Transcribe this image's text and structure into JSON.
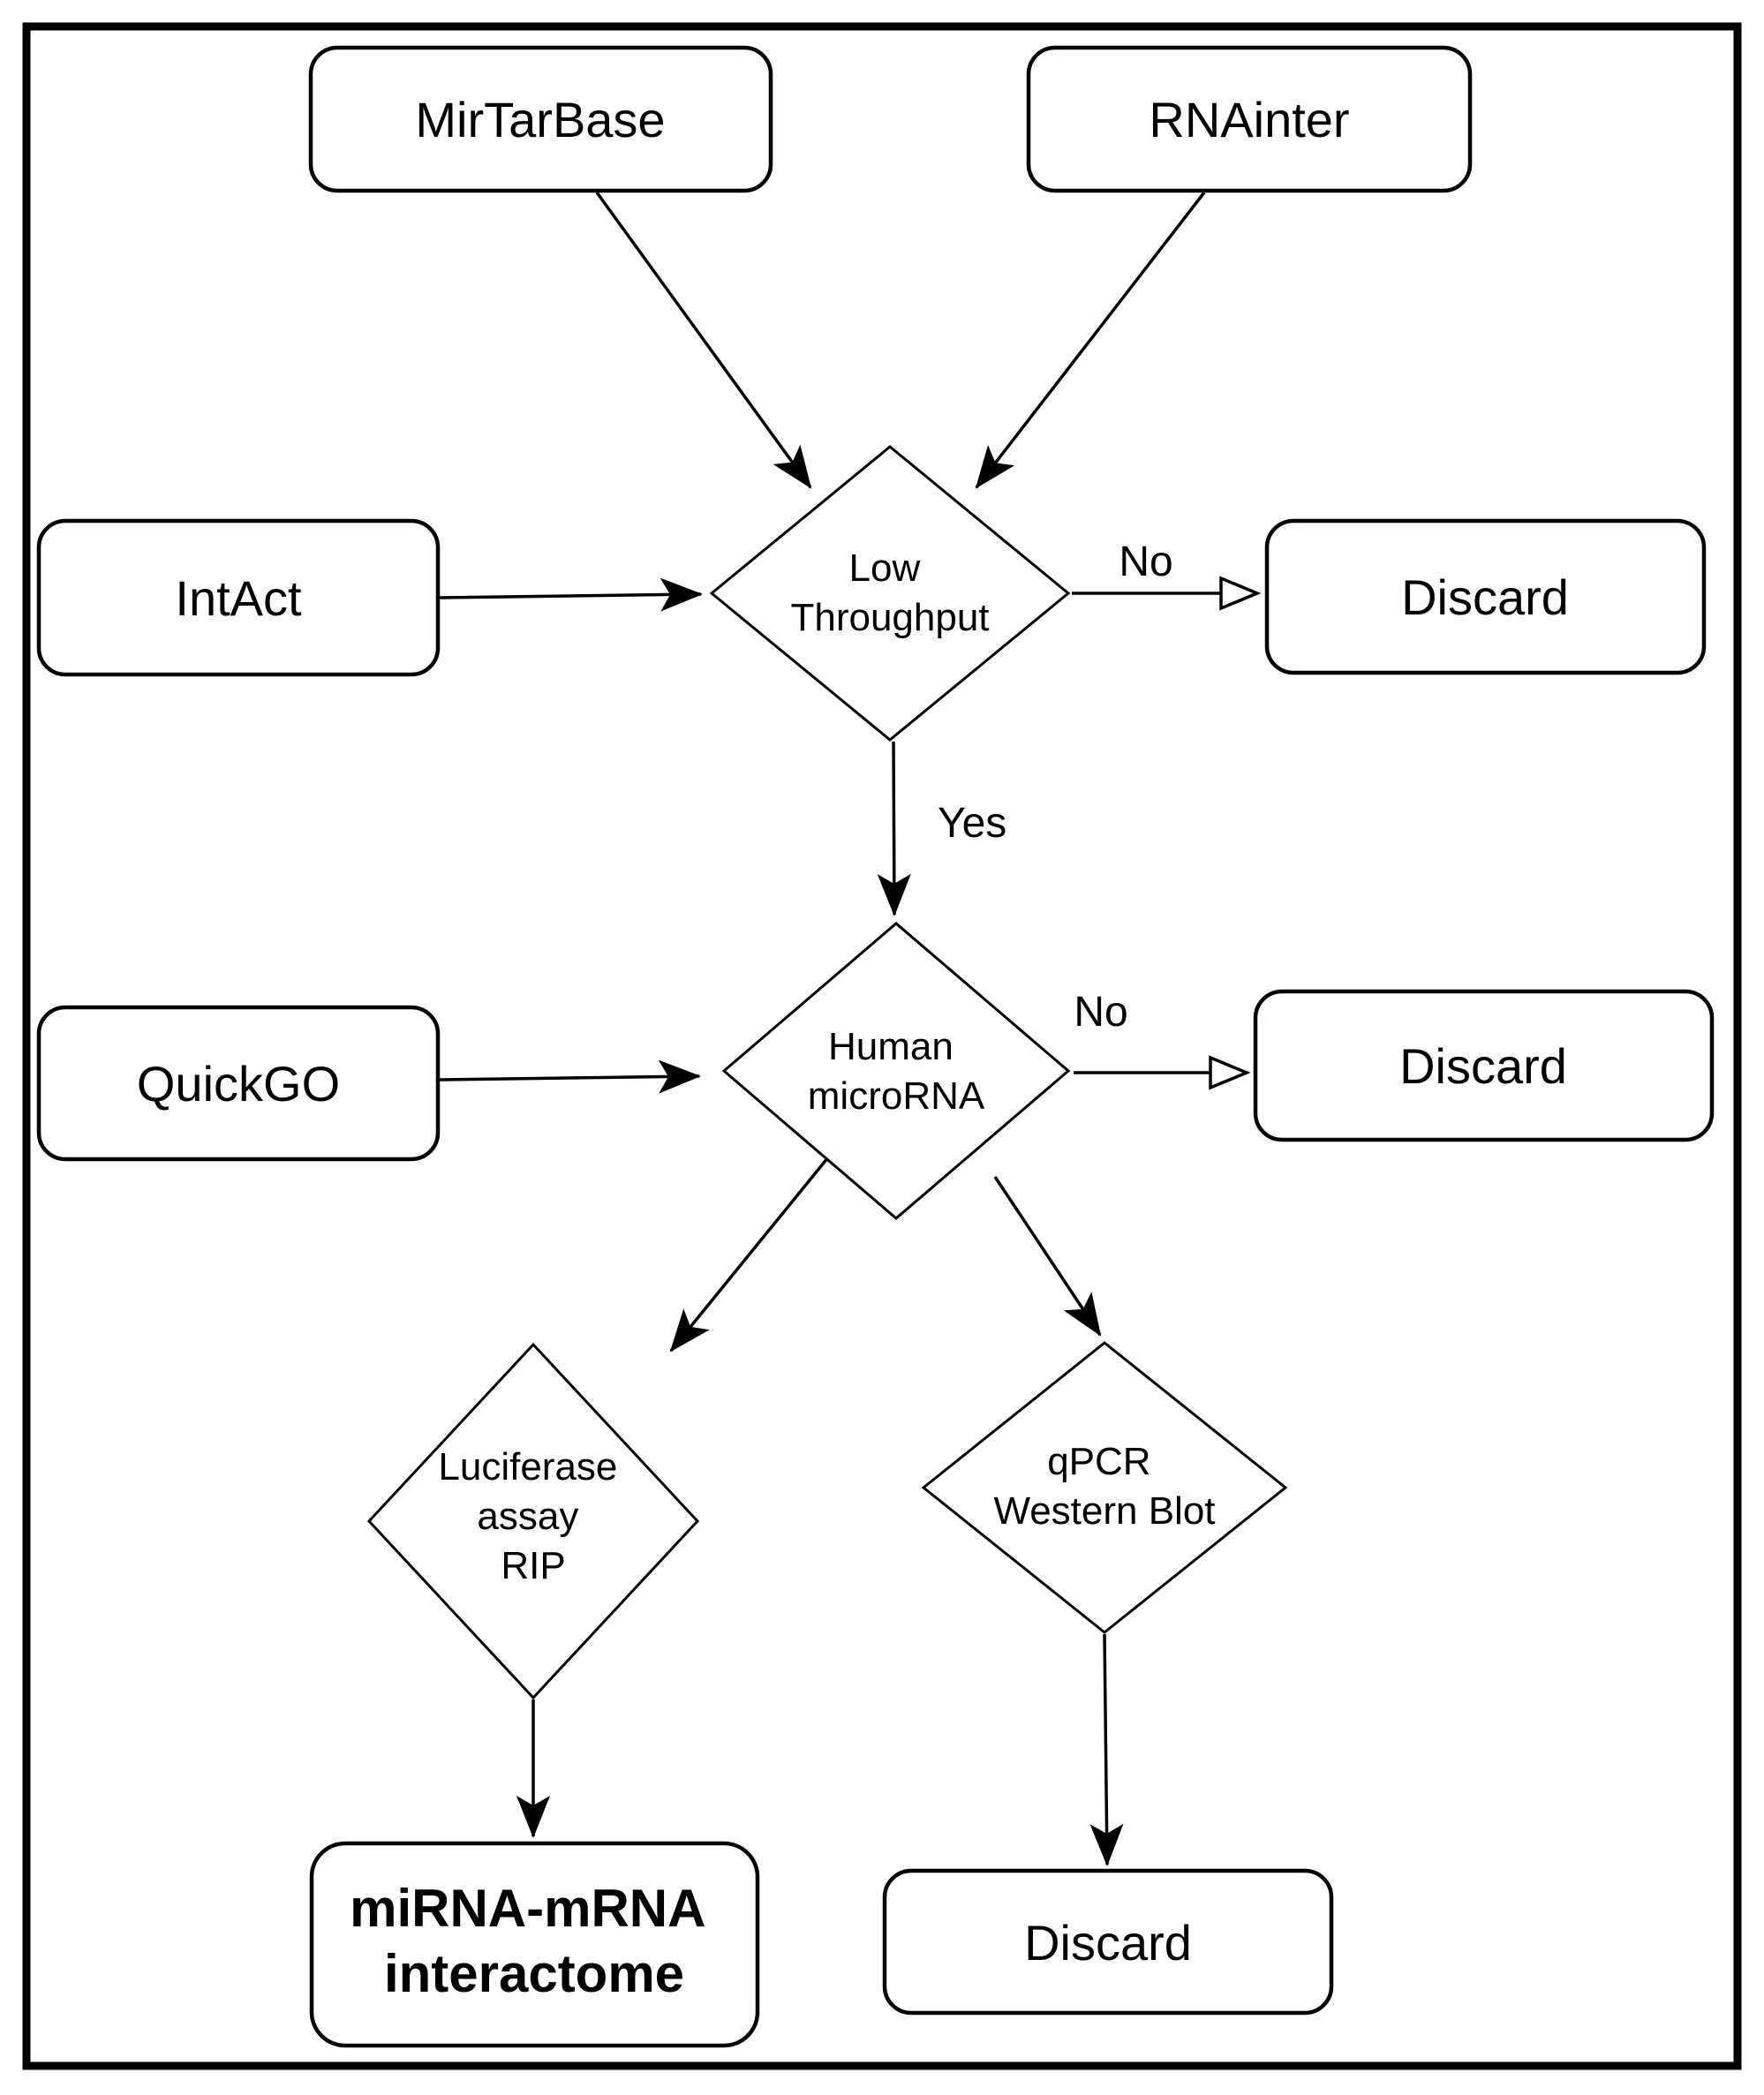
{
  "colors": {
    "background": "#ffffff",
    "line": "#000000",
    "text": "#000000"
  },
  "nodes": {
    "mirtarbase": {
      "label": "MirTarBase"
    },
    "rnainter": {
      "label": "RNAinter"
    },
    "intact": {
      "label": "IntAct"
    },
    "discard_top": {
      "label": "Discard"
    },
    "low_throughput": {
      "line1": "Low",
      "line2": "Throughput"
    },
    "quickgo": {
      "label": "QuickGO"
    },
    "discard_mid": {
      "label": "Discard"
    },
    "human_microrna": {
      "line1": "Human",
      "line2": "microRNA"
    },
    "luciferase_rip": {
      "line1": "Luciferase",
      "line2": "assay",
      "line3": "RIP"
    },
    "qpcr_western": {
      "line1": "qPCR",
      "line2": "Western Blot"
    },
    "interactome": {
      "line1": "miRNA-mRNA",
      "line2": "interactome"
    },
    "discard_bottom": {
      "label": "Discard"
    }
  },
  "edge_labels": {
    "no_top": "No",
    "yes": "Yes",
    "no_mid": "No"
  }
}
